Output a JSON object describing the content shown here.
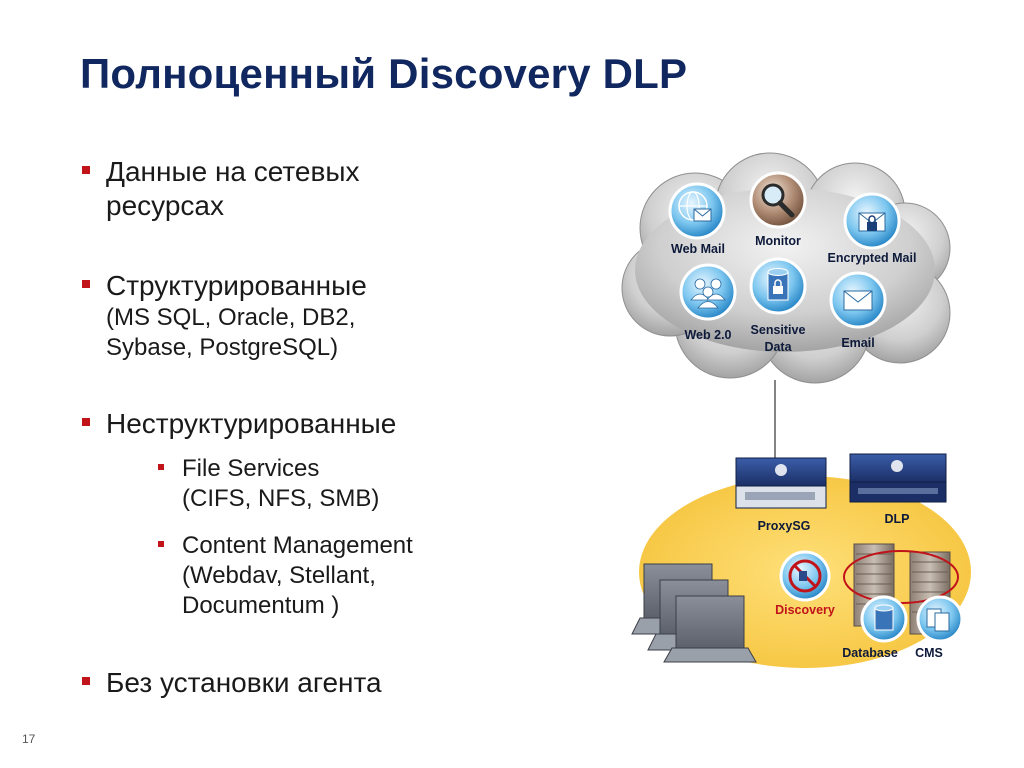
{
  "title": "Полноценный Discovery DLP",
  "bullets": {
    "b1_line1": "Данные на сетевых",
    "b1_line2": "ресурсах",
    "b2_line1": "Структурированные",
    "b2_sub1": "(MS SQL, Oracle, DB2,",
    "b2_sub2": "Sybase, PostgreSQL)",
    "b3_line1": "Неструктурированные",
    "b3_s1_line1": "File Services",
    "b3_s1_line2": "(CIFS, NFS, SMB)",
    "b3_s2_line1": "Content Management",
    "b3_s2_line2": "(Webdav,  Stellant,",
    "b3_s2_line3": "Documentum )",
    "b4_line1": "Без установки агента"
  },
  "slide_number": "17",
  "diagram": {
    "cloud_items": {
      "web_mail": "Web Mail",
      "monitor": "Monitor",
      "encrypted_mail": "Encrypted Mail",
      "web20": "Web 2.0",
      "sensitive_data_1": "Sensitive",
      "sensitive_data_2": "Data",
      "email": "Email"
    },
    "network": {
      "proxysg": "ProxySG",
      "dlp": "DLP",
      "discovery": "Discovery",
      "database": "Database",
      "cms": "CMS"
    }
  }
}
